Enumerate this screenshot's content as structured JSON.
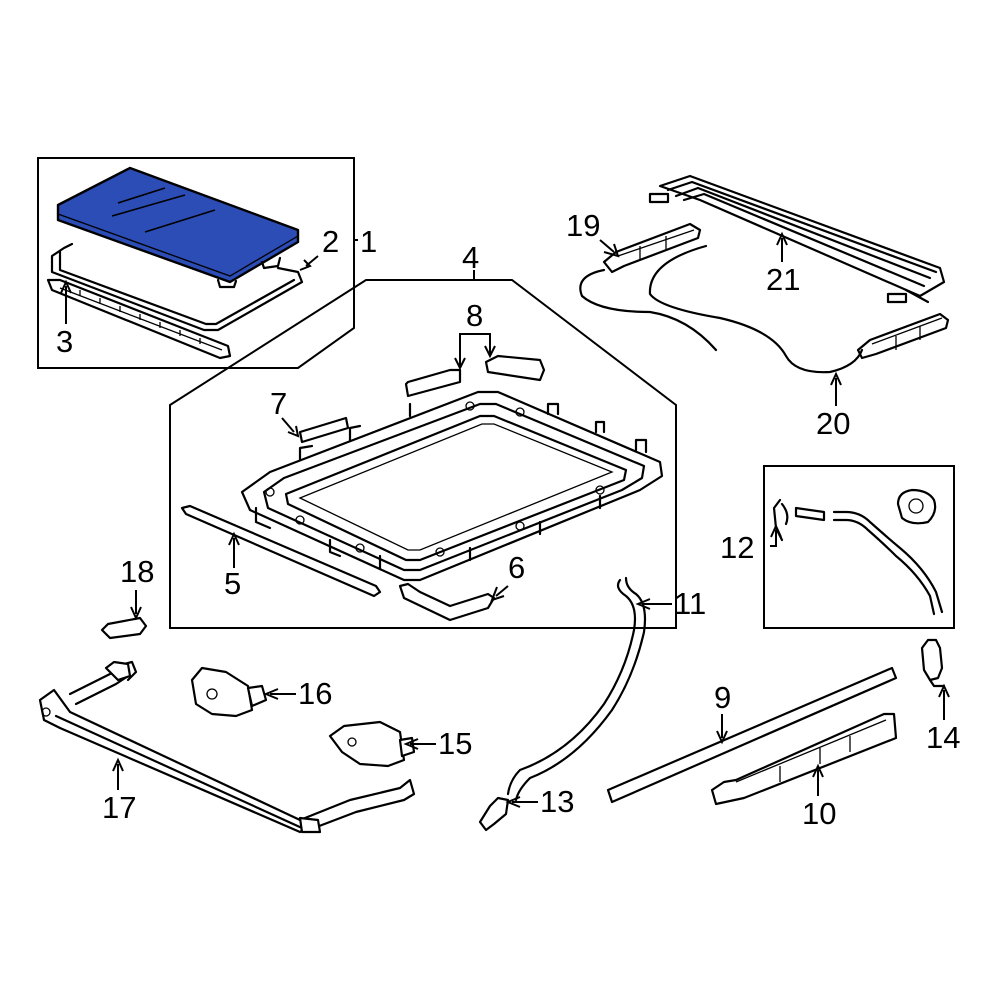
{
  "callouts": [
    {
      "id": "1",
      "label": "1"
    },
    {
      "id": "2",
      "label": "2"
    },
    {
      "id": "3",
      "label": "3"
    },
    {
      "id": "4",
      "label": "4"
    },
    {
      "id": "5",
      "label": "5"
    },
    {
      "id": "6",
      "label": "6"
    },
    {
      "id": "7",
      "label": "7"
    },
    {
      "id": "8",
      "label": "8"
    },
    {
      "id": "9",
      "label": "9"
    },
    {
      "id": "10",
      "label": "10"
    },
    {
      "id": "11",
      "label": "11"
    },
    {
      "id": "12",
      "label": "12"
    },
    {
      "id": "13",
      "label": "13"
    },
    {
      "id": "14",
      "label": "14"
    },
    {
      "id": "15",
      "label": "15"
    },
    {
      "id": "16",
      "label": "16"
    },
    {
      "id": "17",
      "label": "17"
    },
    {
      "id": "18",
      "label": "18"
    },
    {
      "id": "19",
      "label": "19"
    },
    {
      "id": "20",
      "label": "20"
    },
    {
      "id": "21",
      "label": "21"
    }
  ],
  "colors": {
    "highlight_part": "#2b4db5",
    "line": "#000000",
    "background": "#ffffff"
  }
}
